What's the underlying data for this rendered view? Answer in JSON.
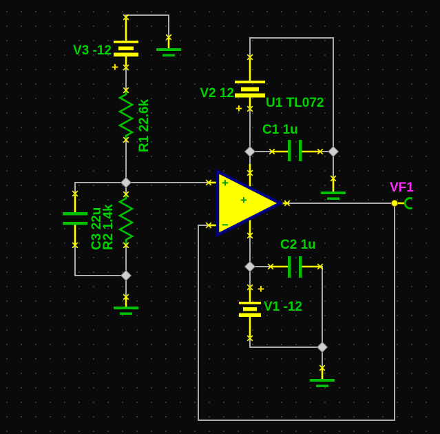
{
  "app": {
    "view": "schematic-editor-canvas"
  },
  "colors": {
    "background": "#0a0a0a",
    "grid_dot": "#3a3a3a",
    "wire_gray": "#acacac",
    "component_green": "#00c000",
    "label_green": "#00d200",
    "selected_yellow": "#ffff00",
    "plus_mark_gold": "#ffe000",
    "opamp_fill": "#ffff00",
    "opamp_border": "#000080",
    "probe_label_magenta": "#ff2bff",
    "junction_gray": "#cfcfcf"
  },
  "components": {
    "v3": {
      "label": "V3 -12"
    },
    "r1": {
      "label": "R1 22.6k"
    },
    "c3": {
      "label": "C3 22u"
    },
    "r2": {
      "label": "R2 1.4k"
    },
    "v2": {
      "label": "V2 12"
    },
    "u1": {
      "label": "U1 TL072"
    },
    "c1": {
      "label": "C1 1u"
    },
    "c2": {
      "label": "C2 1u"
    },
    "v1": {
      "label": "V1 -12"
    },
    "vf1": {
      "label": "VF1"
    }
  },
  "symbols": {
    "plus": "+",
    "minus": "−"
  }
}
